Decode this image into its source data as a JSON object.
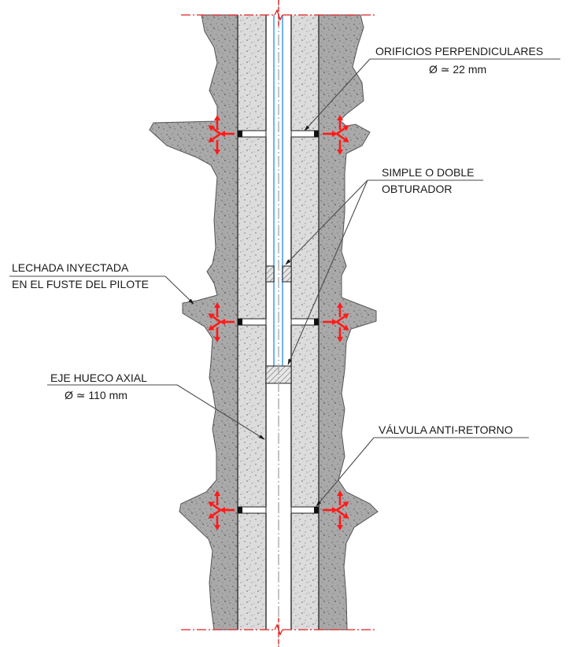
{
  "labels": {
    "orificios_title": "ORIFICIOS PERPENDICULARES",
    "orificios_sub": "Ø ≃ 22 mm",
    "obturador_line1": "SIMPLE O DOBLE",
    "obturador_line2": "OBTURADOR",
    "lechada_line1": "LECHADA INYECTADA",
    "lechada_line2": "EN EL FUSTE DEL PILOTE",
    "eje_title": "EJE HUECO AXIAL",
    "eje_sub": "Ø ≃ 110 mm",
    "valvula": "VÁLVULA ANTI-RETORNO"
  },
  "colors": {
    "grout": "#a9a9a9",
    "concrete": "#d9d9d9",
    "tube": "#6fb3f0",
    "flow_arrows": "#ff1a1a",
    "break_line": "#e02020",
    "leader": "#4a4a4a"
  },
  "injection_levels": [
    "upper",
    "middle",
    "lower"
  ]
}
